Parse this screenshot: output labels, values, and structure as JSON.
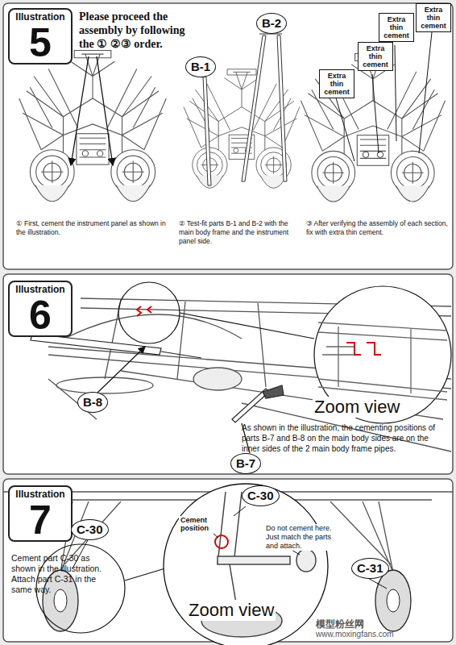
{
  "diagram": {
    "nodes": [
      {
        "text": [
          "Illustration",
          "5"
        ]
      },
      {
        "text": [
          "B-1"
        ]
      },
      {
        "text": [
          "B-2"
        ]
      },
      {
        "text": [
          "Extra thin cement"
        ]
      },
      {
        "text": [
          "Extra thin cement"
        ]
      },
      {
        "text": [
          "Extra thin cement"
        ]
      },
      {
        "text": [
          "Extra thin cement"
        ]
      },
      {
        "text": [
          "Illustration",
          "6"
        ]
      },
      {
        "text": [
          "B-8"
        ]
      },
      {
        "text": [
          "B-7"
        ]
      },
      {
        "text": [
          "Illustration",
          "7"
        ]
      },
      {
        "text": [
          "C-30"
        ]
      },
      {
        "text": [
          "C-30"
        ]
      },
      {
        "text": [
          "C-31"
        ]
      }
    ],
    "labels": [
      "Please proceed the assembly by following the ① ②③ order.",
      "① First, cement the instrument panel as shown in the illustration.",
      "② Test-fit parts B-1 and B-2 with the main body frame and the instrument panel side.",
      "③ After verifying the assembly of each section, fix with extra thin cement.",
      "Zoom view",
      "As shown in the illustration, the cementing positions of parts B-7 and B-8 on the main body sides are on the inner sides of the 2 main body frame pipes.",
      "Cement part C-30 as shown in the illustration. Attach part C-31 in the same way.",
      "Cement position",
      "Do not cement here. Just match the parts and attach.",
      "Zoom view",
      "模型粉丝网",
      "www.moxingfans.com"
    ]
  }
}
